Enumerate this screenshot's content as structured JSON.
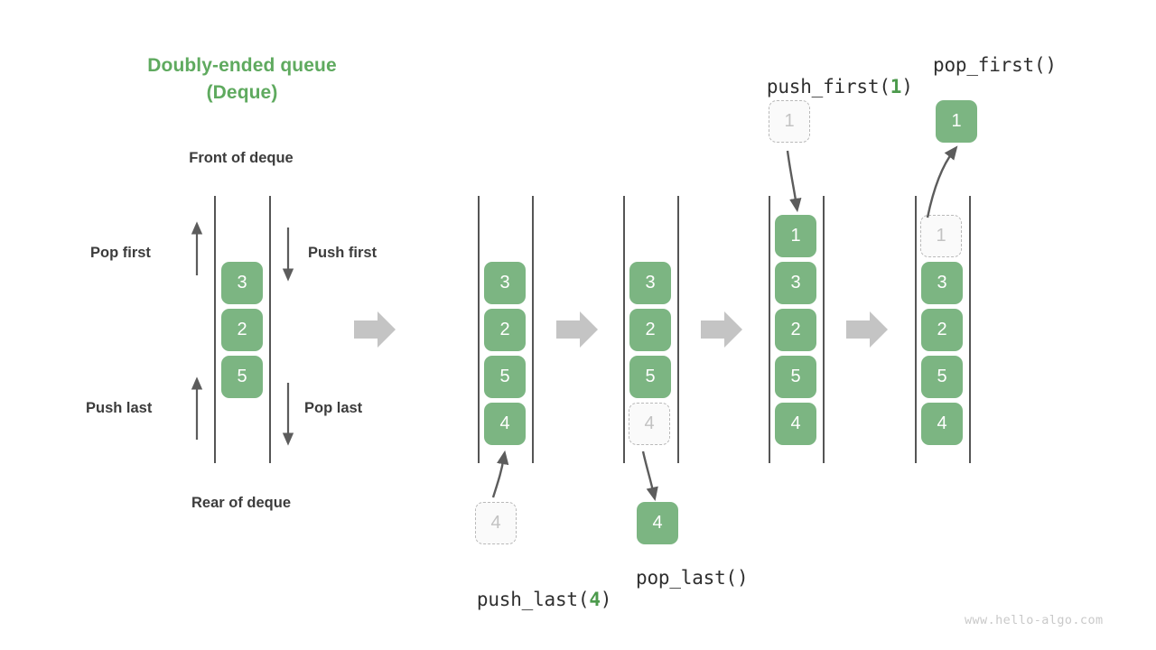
{
  "title": {
    "line1": "Doubly-ended queue",
    "line2": "(Deque)"
  },
  "labels": {
    "front": "Front of deque",
    "rear": "Rear of deque",
    "pop_first": "Pop first",
    "push_first": "Push first",
    "push_last": "Push last",
    "pop_last": "Pop last"
  },
  "operations": {
    "push_last": {
      "name": "push_last(",
      "arg": "4",
      "close": ")"
    },
    "pop_last": {
      "name": "pop_last()",
      "arg": "",
      "close": ""
    },
    "push_first": {
      "name": "push_first(",
      "arg": "1",
      "close": ")"
    },
    "pop_first": {
      "name": "pop_first()",
      "arg": "",
      "close": ""
    }
  },
  "panels": {
    "p1": {
      "items": [
        "3",
        "2",
        "5"
      ]
    },
    "p2": {
      "items": [
        "3",
        "2",
        "5",
        "4"
      ],
      "external": "4"
    },
    "p3": {
      "items": [
        "3",
        "2",
        "5"
      ],
      "ghost": "4",
      "external": "4"
    },
    "p4": {
      "items": [
        "1",
        "3",
        "2",
        "5",
        "4"
      ],
      "external": "1"
    },
    "p5": {
      "items": [
        "3",
        "2",
        "5",
        "4"
      ],
      "ghost": "1",
      "external": "1"
    }
  },
  "colors": {
    "accent": "#5faa5f",
    "box_fill": "#7cb582",
    "box_text": "#ffffff",
    "ghost_fill": "#fafafa",
    "ghost_text": "#c2c2c2",
    "ghost_border": "#b9b9b9",
    "rail": "#555555",
    "text": "#3c3c3c",
    "block_arrow": "#c4c4c4",
    "thin_arrow": "#5c5c5c",
    "watermark": "#c9c9c9"
  },
  "watermark": "www.hello-algo.com"
}
